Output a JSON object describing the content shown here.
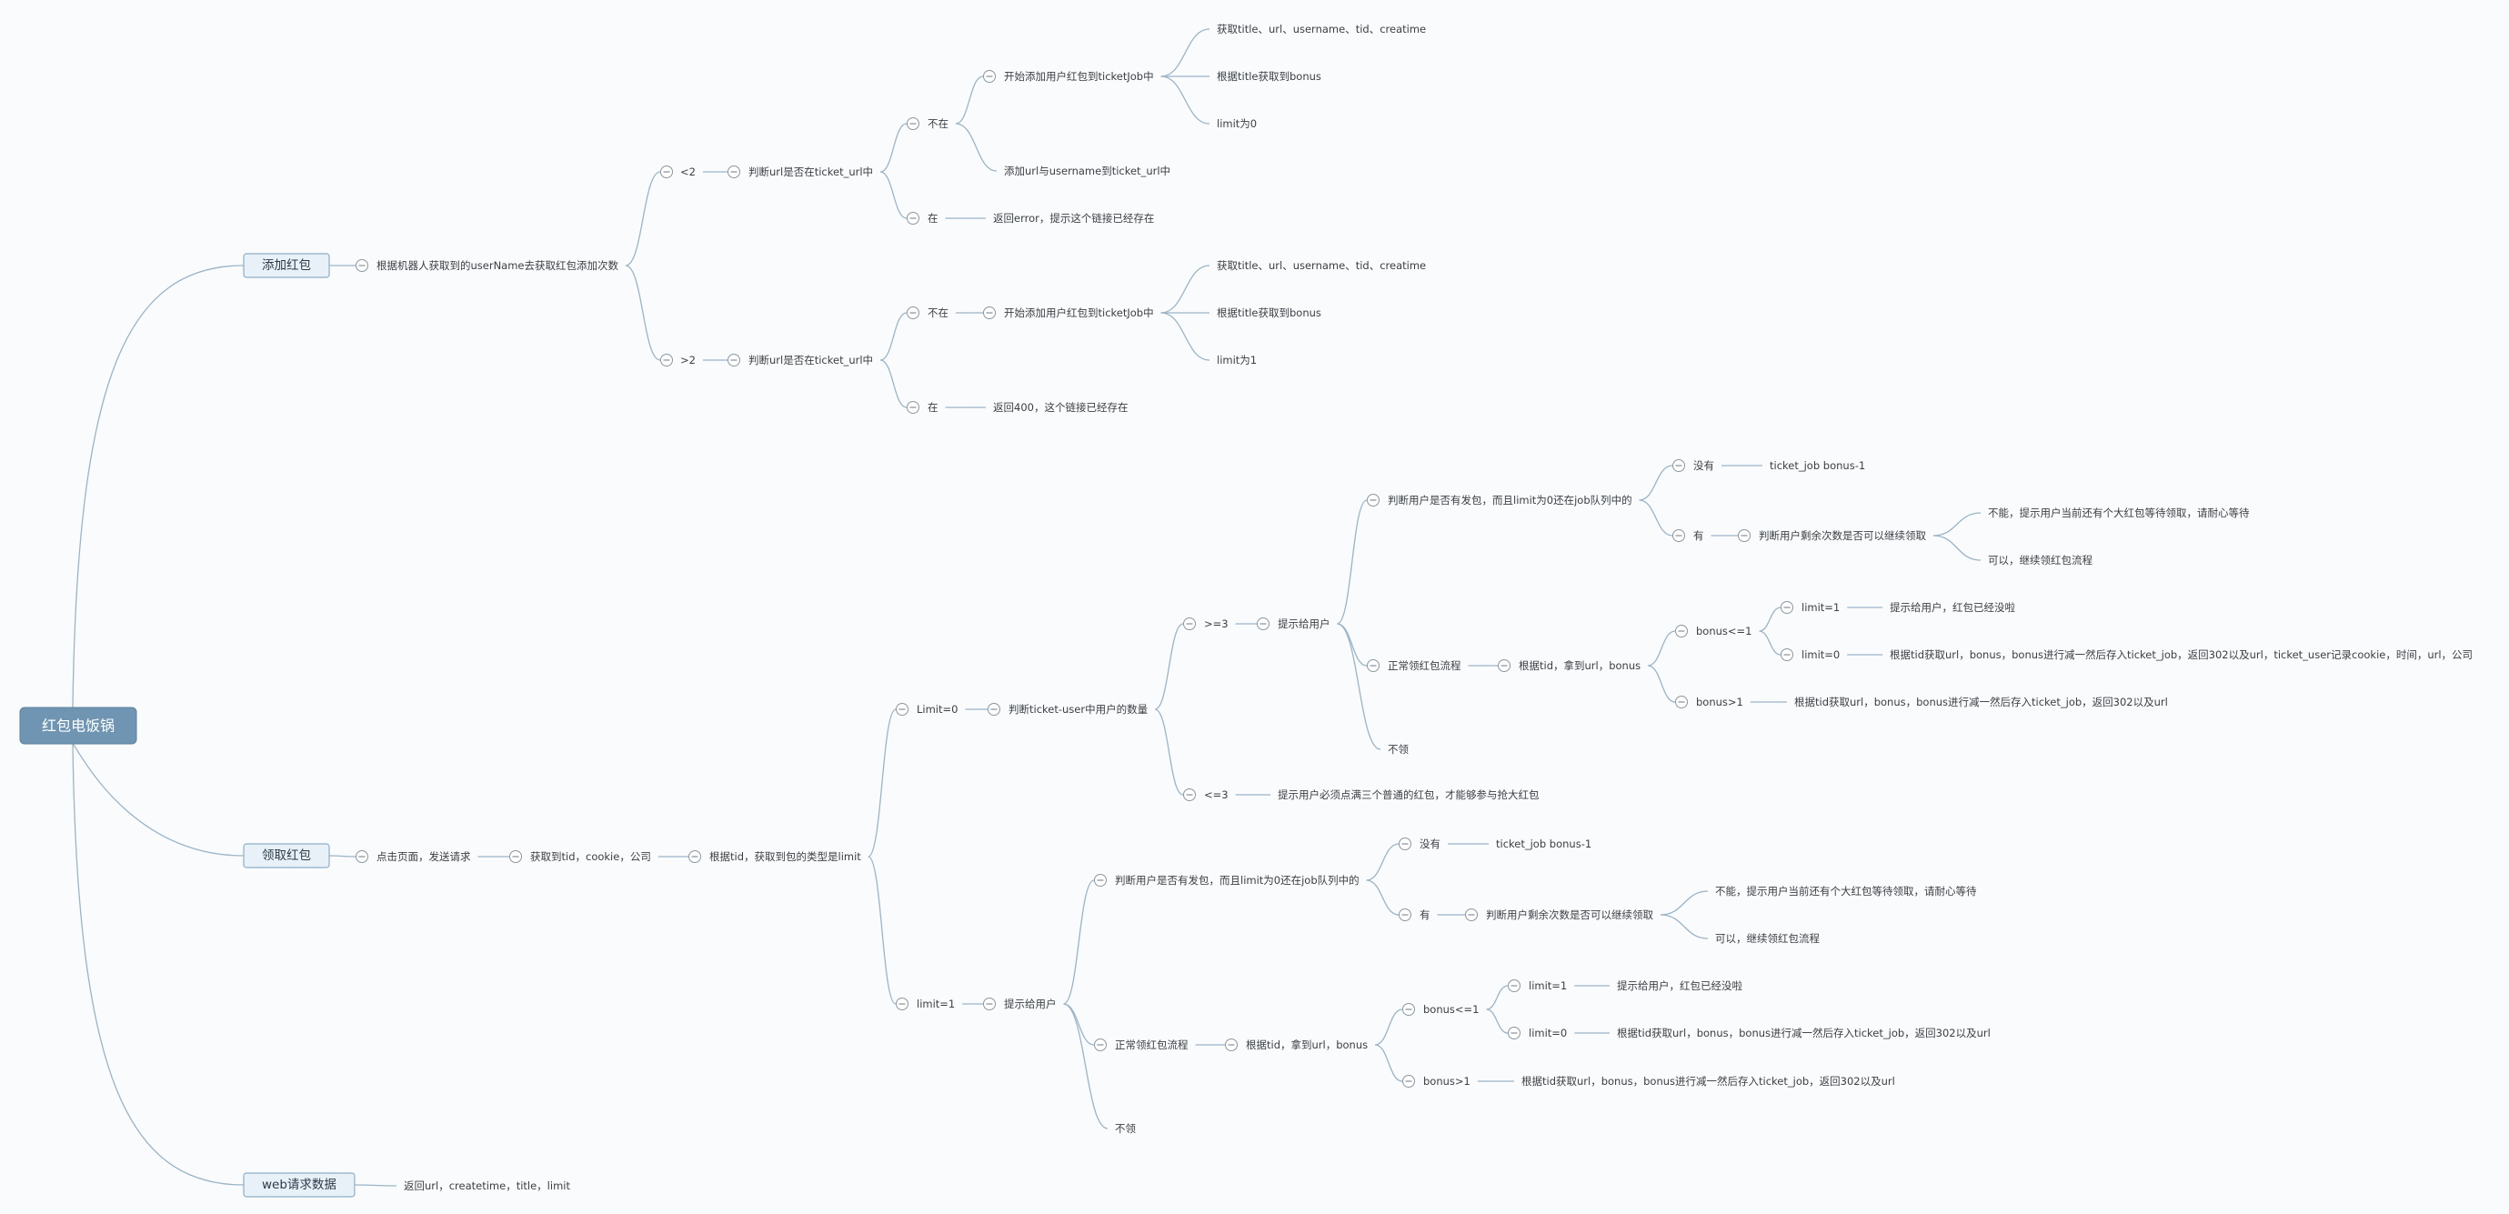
{
  "root": "红包电饭锅",
  "branches": [
    {
      "id": "add",
      "label": "添加红包"
    },
    {
      "id": "get",
      "label": "领取红包"
    },
    {
      "id": "web",
      "label": "web请求数据"
    }
  ],
  "nodes": {
    "add_desc": "根据机器人获取到的userName去获取红包添加次数",
    "lt2": "<2",
    "gt2": ">2",
    "lt2_check": "判断url是否在ticket_url中",
    "lt2_notin": "不在",
    "lt2_in": "在",
    "lt2_start": "开始添加用户红包到ticketJob中",
    "lt2_fields": "获取title、url、username、tid、creatime",
    "lt2_bonus": "根据title获取到bonus",
    "lt2_limit": "limit为0",
    "lt2_addurl": "添加url与username到ticket_url中",
    "lt2_err": "返回error，提示这个链接已经存在",
    "gt2_check": "判断url是否在ticket_url中",
    "gt2_notin": "不在",
    "gt2_in": "在",
    "gt2_start": "开始添加用户红包到ticketJob中",
    "gt2_fields": "获取title、url、username、tid、creatime",
    "gt2_bonus": "根据title获取到bonus",
    "gt2_limit": "limit为1",
    "gt2_err": "返回400，这个链接已经存在",
    "g_click": "点击页面，发送请求",
    "g_cookie": "获取到tid，cookie，公司",
    "g_type": "根据tid，获取到包的类型是limit",
    "g_l0": "Limit=0",
    "g_l1": "limit=1",
    "a_count": "判断ticket-user中用户的数量",
    "a_ge3": ">=3",
    "a_le3": "<=3",
    "a_tip": "提示给用户",
    "a_le3tip": "提示用户必须点满三个普通的红包，才能够参与抢大红包",
    "a_judge": "判断用户是否有发包，而且limit为0还在job队列中的",
    "a_no": "没有",
    "a_no_r": "ticket_job bonus-1",
    "a_yes": "有",
    "a_yes_r": "判断用户剩余次数是否可以继续领取",
    "a_cannot": "不能，提示用户当前还有个大红包等待领取，请耐心等待",
    "a_can": "可以，继续领红包流程",
    "a_normal": "正常领红包流程",
    "a_gettid": "根据tid，拿到url，bonus",
    "a_ble1": "bonus<=1",
    "a_bgt1": "bonus>1",
    "a_lim1": "limit=1",
    "a_lim1_r": "提示给用户，红包已经没啦",
    "a_lim0": "limit=0",
    "a_lim0_r": "根据tid获取url，bonus，bonus进行减一然后存入ticket_job，返回302以及url，ticket_user记录cookie，时间，url，公司",
    "a_bgt1_r": "根据tid获取url，bonus，bonus进行减一然后存入ticket_job，返回302以及url",
    "a_none": "不领",
    "b_tip": "提示给用户",
    "b_judge": "判断用户是否有发包，而且limit为0还在job队列中的",
    "b_no": "没有",
    "b_no_r": "ticket_job bonus-1",
    "b_yes": "有",
    "b_yes_r": "判断用户剩余次数是否可以继续领取",
    "b_cannot": "不能，提示用户当前还有个大红包等待领取，请耐心等待",
    "b_can": "可以，继续领红包流程",
    "b_normal": "正常领红包流程",
    "b_gettid": "根据tid，拿到url，bonus",
    "b_ble1": "bonus<=1",
    "b_bgt1": "bonus>1",
    "b_lim1": "limit=1",
    "b_lim1_r": "提示给用户，红包已经没啦",
    "b_lim0": "limit=0",
    "b_lim0_r": "根据tid获取url，bonus，bonus进行减一然后存入ticket_job，返回302以及url",
    "b_bgt1_r": "根据tid获取url，bonus，bonus进行减一然后存入ticket_job，返回302以及url",
    "b_none": "不领",
    "w_ret": "返回url，createtime，title，limit"
  },
  "colors": {
    "root_fill": "#6f95b3",
    "branch_fill": "#e9f1f8",
    "branch_stroke": "#8eaec6",
    "edge": "#9ab4c8",
    "background": "#fafbfc"
  }
}
